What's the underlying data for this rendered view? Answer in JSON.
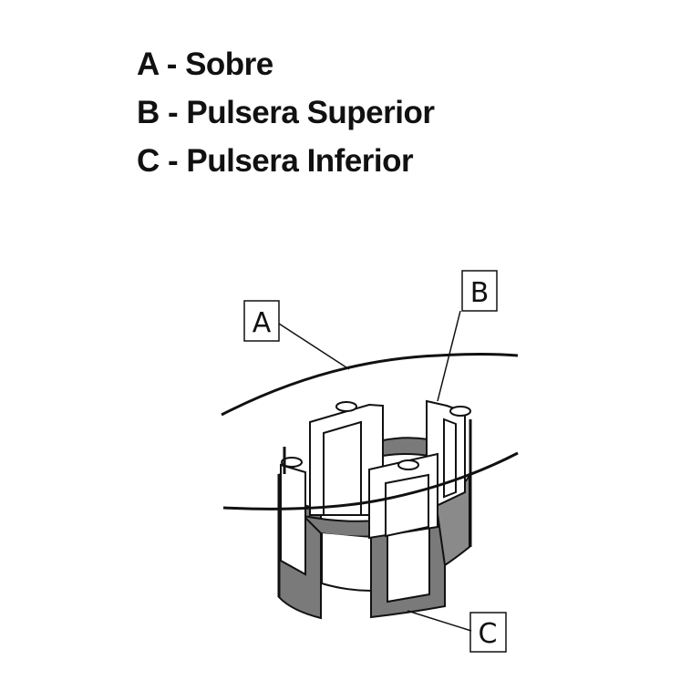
{
  "legend": [
    {
      "key": "A",
      "text": "A - Sobre"
    },
    {
      "key": "B",
      "text": "B - Pulsera Superior"
    },
    {
      "key": "C",
      "text": "C - Pulsera Inferior"
    }
  ],
  "callouts": {
    "a": "A",
    "b": "B",
    "c": "C"
  },
  "colors": {
    "band": "#7a7a7a",
    "line": "#111111"
  }
}
